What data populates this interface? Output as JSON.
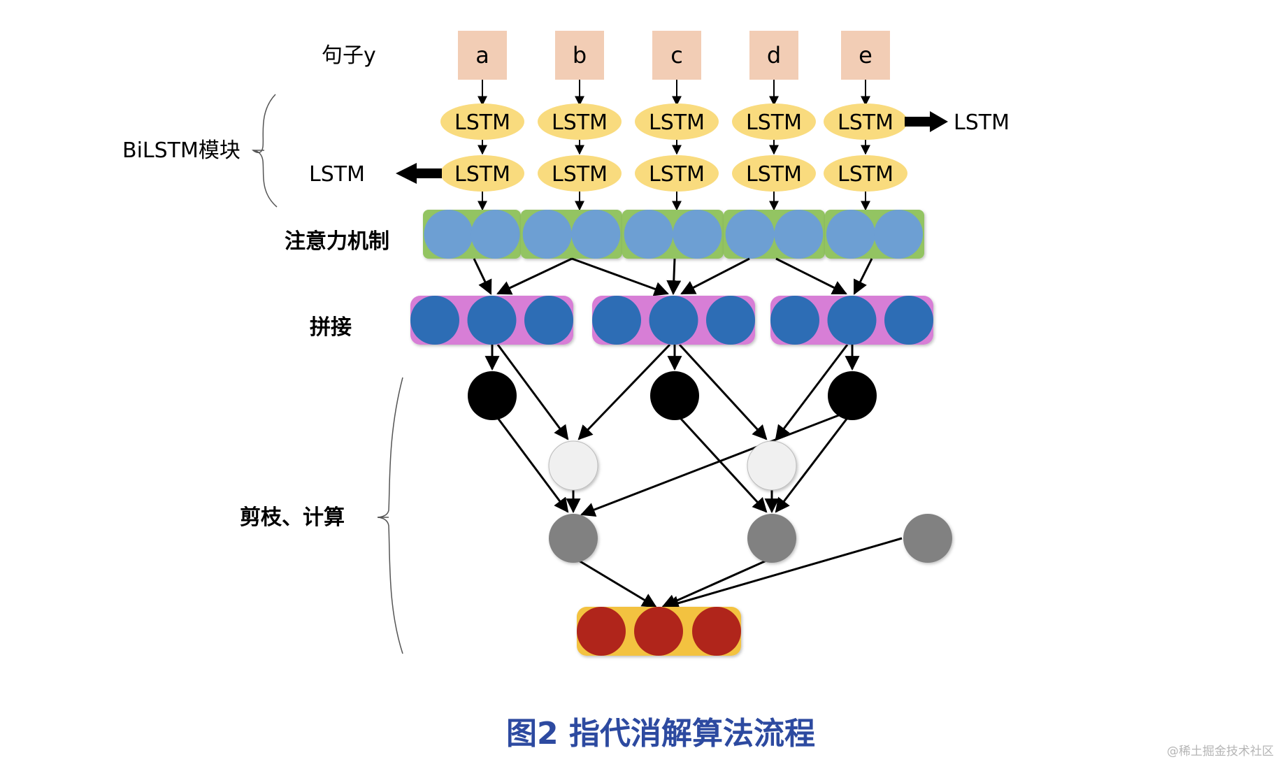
{
  "labels": {
    "sentence": "句子y",
    "bilstm": "BiLSTM模块",
    "attention": "注意力机制",
    "concat": "拼接",
    "prune": "剪枝、计算"
  },
  "tokens": [
    "a",
    "b",
    "c",
    "d",
    "e"
  ],
  "lstm_label": "LSTM",
  "caption": "图2 指代消解算法流程",
  "watermark": "@稀土掘金技术社区",
  "colors": {
    "token_fill": "#f2cdb5",
    "lstm_fill": "#f9db7e",
    "attention_bg": "#93c462",
    "attention_circle": "#6d9fd3",
    "concat_bg": "#d77ed6",
    "concat_circle": "#2d6db5",
    "black_node": "#000000",
    "light_node": "#f0f0f0",
    "gray_node": "#818181",
    "output_bg": "#f3c23f",
    "output_circle": "#b0251b",
    "caption": "#2d4aa0"
  }
}
